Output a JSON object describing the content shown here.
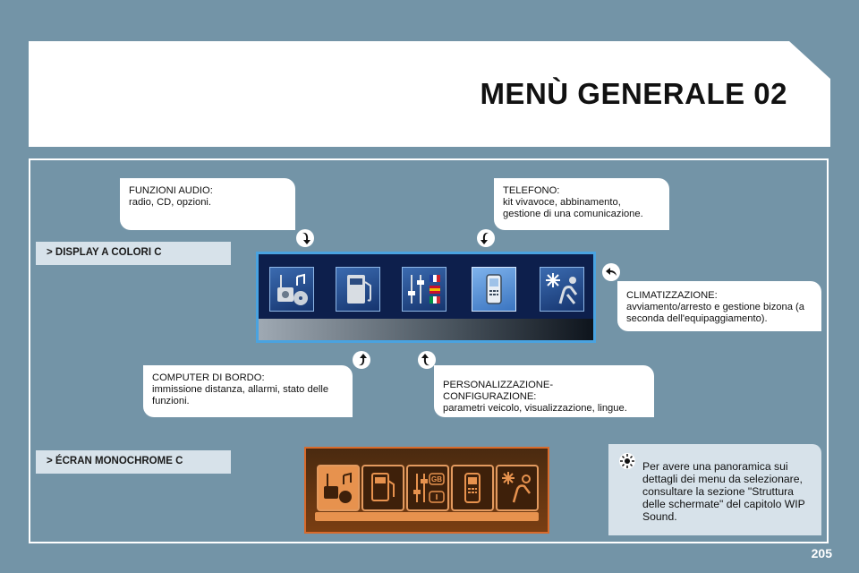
{
  "title": "MENÙ GENERALE 02",
  "callouts": {
    "audio": {
      "title": "FUNZIONI AUDIO:",
      "desc": "radio, CD, opzioni."
    },
    "telefono": {
      "title": "TELEFONO:",
      "desc": "kit vivavoce, abbinamento, gestione di una comunicazione."
    },
    "clima": {
      "title": "CLIMATIZZAZIONE:",
      "desc": "avviamento/arresto e gestione bizona (a seconda dell'equipaggiamento)."
    },
    "computer": {
      "title": "COMPUTER DI BORDO:",
      "desc": "immissione distanza, allarmi, stato delle funzioni."
    },
    "personalizzazione": {
      "title": "PERSONALIZZAZIONE-CONFIGURAZIONE:",
      "desc": "parametri veicolo, visualizzazione, lingue."
    }
  },
  "sections": {
    "color": "> DISPLAY A COLORI C",
    "mono": "> ÉCRAN MONOCHROME C"
  },
  "menu_icons": [
    "audio-icon",
    "fuel-pump-icon",
    "settings-flags-icon",
    "phone-icon",
    "climate-icon"
  ],
  "mono_icons": [
    "audio-icon",
    "fuel-pump-icon",
    "settings-language-icon",
    "phone-icon",
    "climate-icon"
  ],
  "mono_language_label": "GB",
  "info": "Per avere una panoramica sui dettagli dei menu da selezionare, consultare la sezione \"Struttura delle schermate\" del capitolo WIP Sound.",
  "page_number": "205",
  "colors": {
    "background": "#7394a7",
    "screen": "#0d1f4c",
    "screen_border": "#4aa3e0",
    "mono_accent": "#e7924e",
    "panel": "#d7e2ea"
  }
}
